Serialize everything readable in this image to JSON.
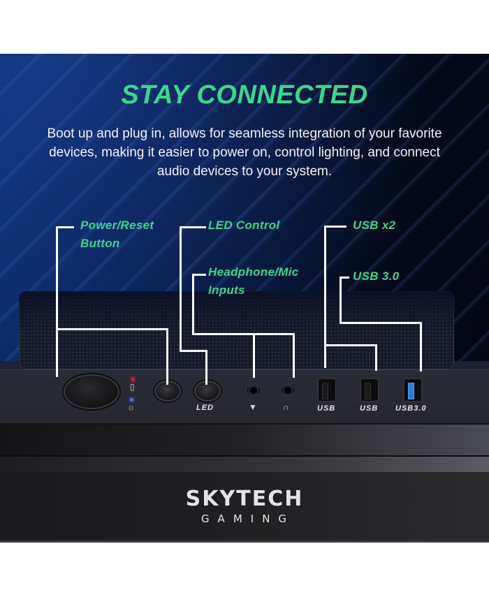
{
  "header": {
    "title": "STAY CONNECTED",
    "description": "Boot up and plug in, allows for seamless integration of your favorite devices, making it easier to power on, control lighting, and connect audio devices to your system."
  },
  "callouts": [
    {
      "id": "power",
      "line1": "Power/Reset",
      "line2": "Button"
    },
    {
      "id": "led",
      "line1": "LED Control"
    },
    {
      "id": "audio",
      "line1": "Headphone/Mic",
      "line2": "Inputs"
    },
    {
      "id": "usb2",
      "line1": "USB x2"
    },
    {
      "id": "usb3",
      "line1": "USB 3.0"
    }
  ],
  "io_panel": {
    "led_button_label": "LED",
    "hdd_indicator_color": "#d0202a",
    "power_indicator_color": "#4a6cff",
    "ports": [
      {
        "type": "mic",
        "icon": "microphone-icon"
      },
      {
        "type": "headphone",
        "icon": "headphone-icon"
      },
      {
        "type": "usb",
        "label": "USB"
      },
      {
        "type": "usb",
        "label": "USB"
      },
      {
        "type": "usb3",
        "label": "USB3.0",
        "accent": "#2f7fd6"
      }
    ]
  },
  "brand": {
    "name": "SKYTECH",
    "sub": "GAMING"
  },
  "colors": {
    "accent": "#3fd68c",
    "background_dark": "#05091a",
    "background_blue": "#0a2a66"
  }
}
